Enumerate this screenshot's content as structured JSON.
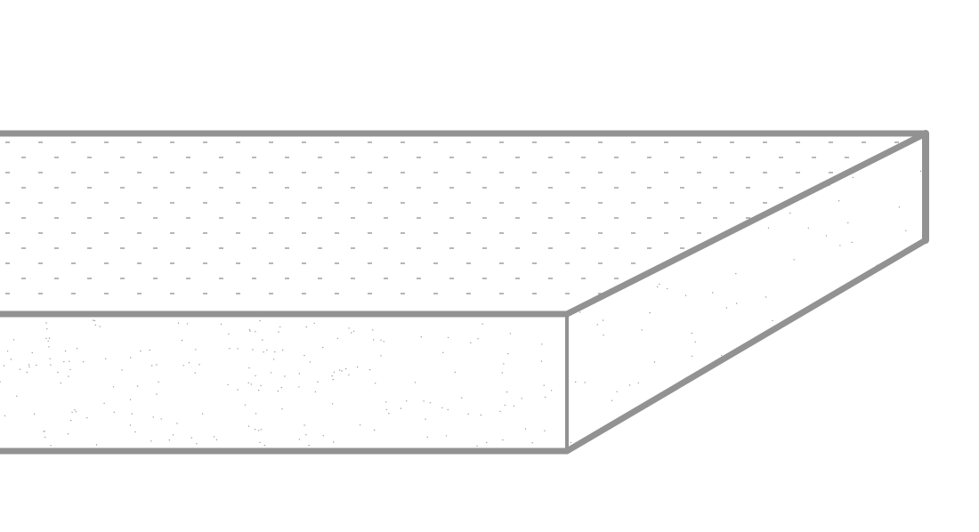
{
  "diagram": {
    "subject": "slab-block-isometric",
    "colors": {
      "background": "#ffffff",
      "stroke": "#929292",
      "top_dash": "#8f8f8f",
      "face_dot": "#9a9a9a"
    },
    "faces": [
      "top",
      "front",
      "side"
    ]
  }
}
